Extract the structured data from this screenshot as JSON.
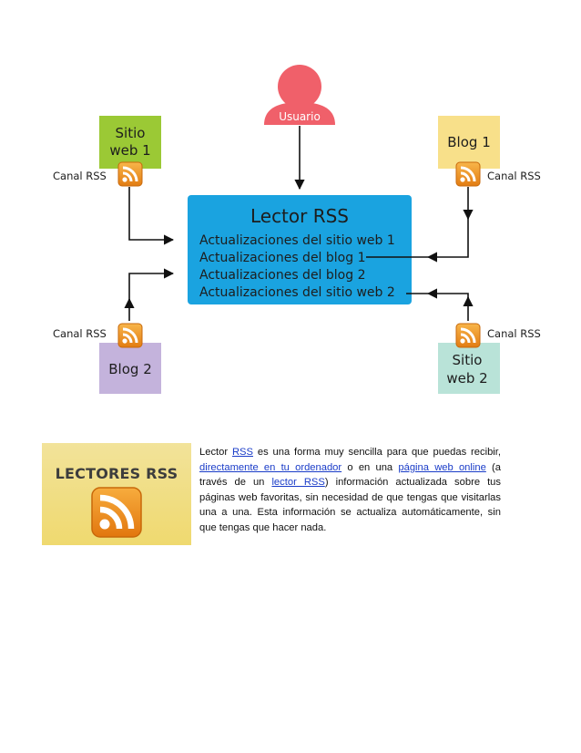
{
  "diagram": {
    "user_label": "Usuario",
    "reader_title": "Lector RSS",
    "reader_lines": [
      "Actualizaciones del sitio web 1",
      "Actualizaciones del blog 1",
      "Actualizaciones del blog 2",
      "Actualizaciones del sitio web 2"
    ],
    "sources": {
      "site1": [
        "Sitio",
        "web 1"
      ],
      "blog1": [
        "Blog 1"
      ],
      "blog2": [
        "Blog 2"
      ],
      "site2": [
        "Sitio",
        "web 2"
      ]
    },
    "feed_label": "Canal RSS",
    "colors": {
      "user": "#f0606a",
      "reader": "#1aa3e0",
      "site1": "#9bc935",
      "blog1": "#f8e08a",
      "blog2": "#c4b3dc",
      "site2": "#b9e3d8",
      "rss": "#f39a1e"
    }
  },
  "logo": {
    "text": "LECTORES RSS",
    "icon": "rss-feed-icon"
  },
  "paragraph": {
    "t1": "Lector ",
    "link_rss": "RSS",
    "t2": " es una forma muy sencilla para que puedas recibir, ",
    "link_ordenador": "directamente en tu ordenador",
    "t3": " o en una ",
    "link_pagina": "página web online",
    "t4": " (a través de un ",
    "link_lector": "lector RSS",
    "t5": ") información actualizada sobre tus páginas web favoritas, sin necesidad de que tengas que visitarlas una a una. Esta información se actualiza automáticamente, sin que tengas que hacer nada."
  }
}
